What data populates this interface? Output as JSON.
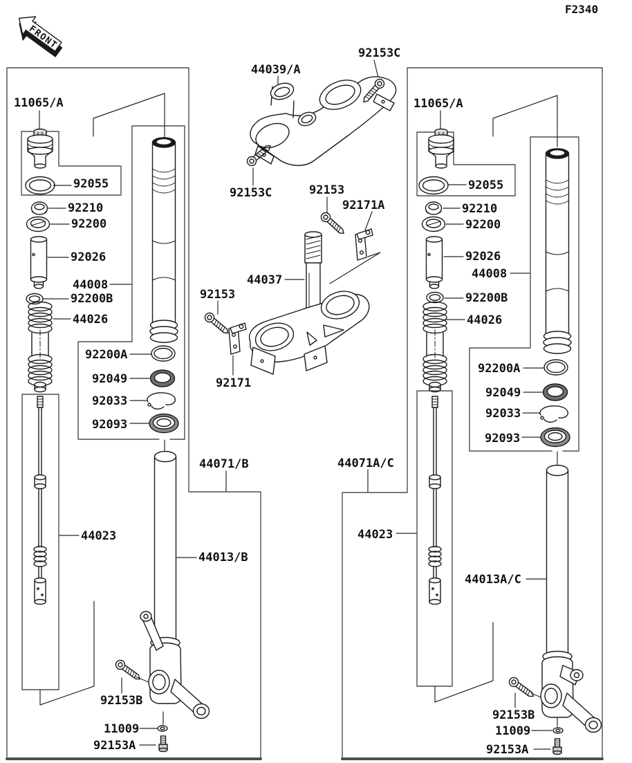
{
  "figure": {
    "code": "F2340",
    "front_arrow": "FRONT"
  },
  "callouts": {
    "left": {
      "fork_cap": "11065/A",
      "cap_oring": "92055",
      "nut": "92210",
      "washer": "92200",
      "fork_cylinder": "92026",
      "inner_pipe": "44008",
      "oring_b": "92200B",
      "fork_spring": "44026",
      "ring_a": "92200A",
      "oil_seal": "92049",
      "snap_ring": "92033",
      "dust_seal": "92093",
      "piston_rod": "44023",
      "fork_assembly": "44071/B",
      "outer_pipe": "44013/B",
      "bolt_b": "92153B",
      "small_washer": "11009",
      "bolt_a": "92153A"
    },
    "center": {
      "upper_fork_holder": "44039/A",
      "bolt_c_upper": "92153C",
      "bolt_c_lower": "92153C",
      "bolt_upper": "92153",
      "clamp_a": "92171A",
      "steering_stem": "44037",
      "bolt_lower": "92153",
      "clamp": "92171"
    },
    "right": {
      "fork_cap": "11065/A",
      "cap_oring": "92055",
      "nut": "92210",
      "washer": "92200",
      "fork_cylinder": "92026",
      "inner_pipe": "44008",
      "oring_b": "92200B",
      "fork_spring": "44026",
      "ring_a": "92200A",
      "oil_seal": "92049",
      "snap_ring": "92033",
      "dust_seal": "92093",
      "fork_assembly": "44071A/C",
      "piston_rod": "44023",
      "outer_pipe": "44013A/C",
      "bolt_b": "92153B",
      "small_washer": "11009",
      "bolt_a": "92153A"
    }
  }
}
